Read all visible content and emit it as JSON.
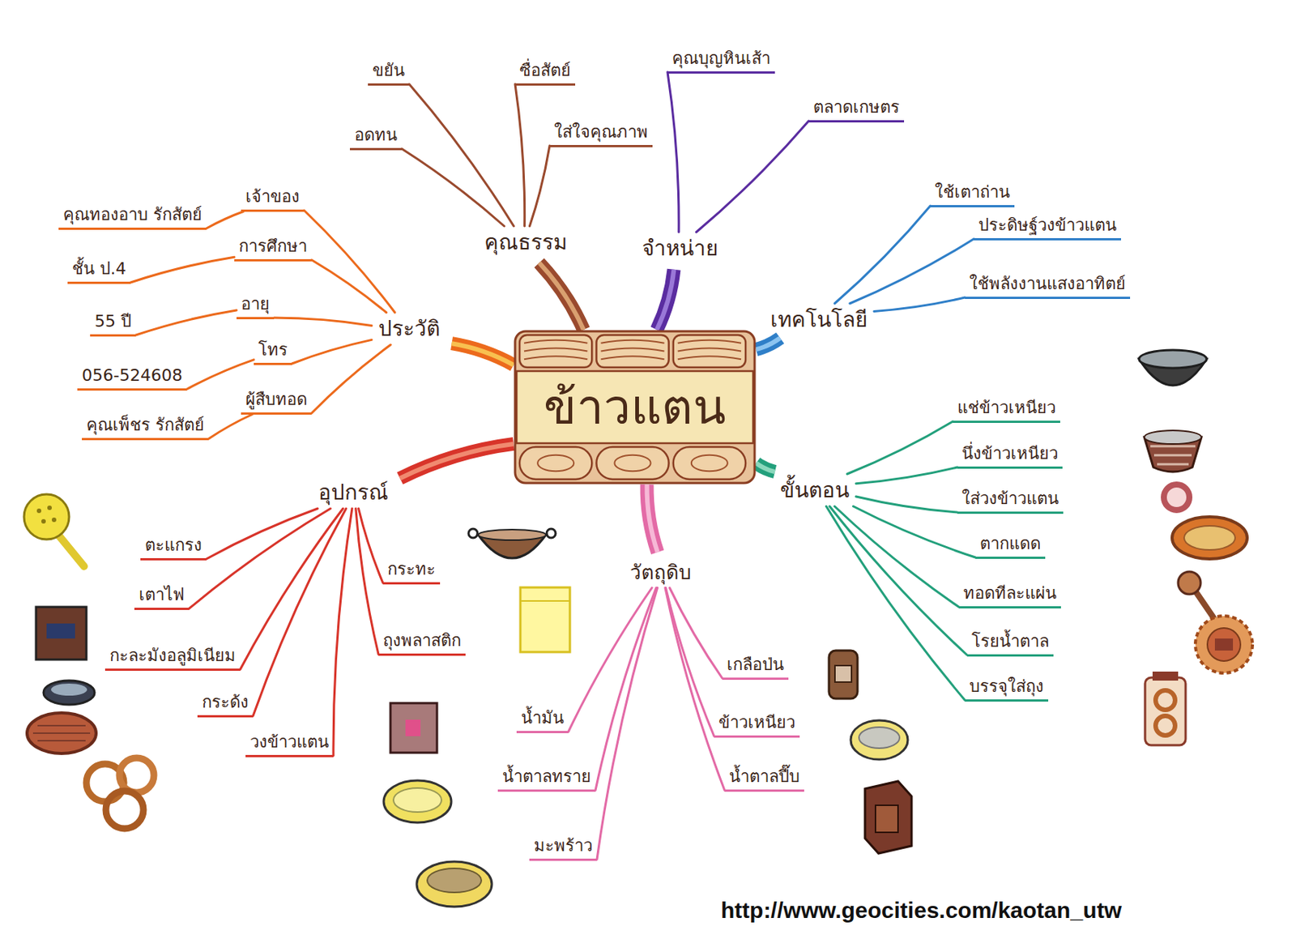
{
  "diagram": {
    "nodes": [
      {
        "text": [
          "ข้าวแตน"
        ]
      },
      {
        "text": [
          "คุณธรรม"
        ]
      },
      {
        "text": [
          "ขยัน"
        ]
      },
      {
        "text": [
          "ซื่อสัตย์"
        ]
      },
      {
        "text": [
          "อดทน"
        ]
      },
      {
        "text": [
          "ใส่ใจคุณภาพ"
        ]
      },
      {
        "text": [
          "จำหน่าย"
        ]
      },
      {
        "text": [
          "คุณบุญหินเส้า"
        ]
      },
      {
        "text": [
          "ตลาดเกษตร"
        ]
      },
      {
        "text": [
          "เทคโนโลยี"
        ]
      },
      {
        "text": [
          "ใช้เตาถ่าน"
        ]
      },
      {
        "text": [
          "ประดิษฐ์วงข้าวแตน"
        ]
      },
      {
        "text": [
          "ใช้พลังงานแสงอาทิตย์"
        ]
      },
      {
        "text": [
          "ขั้นตอน"
        ]
      },
      {
        "text": [
          "แช่ข้าวเหนียว"
        ]
      },
      {
        "text": [
          "นึ่งข้าวเหนียว"
        ]
      },
      {
        "text": [
          "ใส่วงข้าวแตน"
        ]
      },
      {
        "text": [
          "ตากแดด"
        ]
      },
      {
        "text": [
          "ทอดทีละแผ่น"
        ]
      },
      {
        "text": [
          "โรยน้ำตาล"
        ]
      },
      {
        "text": [
          "บรรจุใส่ถุง"
        ]
      },
      {
        "text": [
          "วัตถุดิบ"
        ]
      },
      {
        "text": [
          "เกลือป่น"
        ]
      },
      {
        "text": [
          "ข้าวเหนียว"
        ]
      },
      {
        "text": [
          "น้ำตาลปี๊บ"
        ]
      },
      {
        "text": [
          "น้ำมัน"
        ]
      },
      {
        "text": [
          "น้ำตาลทราย"
        ]
      },
      {
        "text": [
          "มะพร้าว"
        ]
      },
      {
        "text": [
          "อุปกรณ์"
        ]
      },
      {
        "text": [
          "ตะแกรง"
        ]
      },
      {
        "text": [
          "เตาไฟ"
        ]
      },
      {
        "text": [
          "กะละมังอลูมิเนียม"
        ]
      },
      {
        "text": [
          "กระด้ง"
        ]
      },
      {
        "text": [
          "วงข้าวแตน"
        ]
      },
      {
        "text": [
          "กระทะ"
        ]
      },
      {
        "text": [
          "ถุงพลาสติก"
        ]
      },
      {
        "text": [
          "ประวัติ"
        ]
      },
      {
        "text": [
          "เจ้าของ"
        ]
      },
      {
        "text": [
          "คุณทองอาบ รักสัตย์"
        ]
      },
      {
        "text": [
          "การศึกษา"
        ]
      },
      {
        "text": [
          "ชั้น ป.4"
        ]
      },
      {
        "text": [
          "อายุ"
        ]
      },
      {
        "text": [
          "55 ปี"
        ]
      },
      {
        "text": [
          "โทร"
        ]
      },
      {
        "text": [
          "056-524608"
        ]
      },
      {
        "text": [
          "ผู้สืบทอด"
        ]
      },
      {
        "text": [
          "คุณเพ็ชร รักสัตย์"
        ]
      }
    ],
    "edges": [
      {
        "from": 0,
        "to": 1,
        "arrow": "none"
      },
      {
        "from": 1,
        "to": 2,
        "arrow": "none"
      },
      {
        "from": 1,
        "to": 3,
        "arrow": "none"
      },
      {
        "from": 1,
        "to": 4,
        "arrow": "none"
      },
      {
        "from": 1,
        "to": 5,
        "arrow": "none"
      },
      {
        "from": 0,
        "to": 6,
        "arrow": "none"
      },
      {
        "from": 6,
        "to": 7,
        "arrow": "none"
      },
      {
        "from": 6,
        "to": 8,
        "arrow": "none"
      },
      {
        "from": 0,
        "to": 9,
        "arrow": "none"
      },
      {
        "from": 9,
        "to": 10,
        "arrow": "none"
      },
      {
        "from": 9,
        "to": 11,
        "arrow": "none"
      },
      {
        "from": 9,
        "to": 12,
        "arrow": "none"
      },
      {
        "from": 0,
        "to": 13,
        "arrow": "none"
      },
      {
        "from": 13,
        "to": 14,
        "arrow": "none"
      },
      {
        "from": 13,
        "to": 15,
        "arrow": "none"
      },
      {
        "from": 13,
        "to": 16,
        "arrow": "none"
      },
      {
        "from": 13,
        "to": 17,
        "arrow": "none"
      },
      {
        "from": 13,
        "to": 18,
        "arrow": "none"
      },
      {
        "from": 13,
        "to": 19,
        "arrow": "none"
      },
      {
        "from": 13,
        "to": 20,
        "arrow": "none"
      },
      {
        "from": 0,
        "to": 21,
        "arrow": "none"
      },
      {
        "from": 21,
        "to": 22,
        "arrow": "none"
      },
      {
        "from": 21,
        "to": 23,
        "arrow": "none"
      },
      {
        "from": 21,
        "to": 24,
        "arrow": "none"
      },
      {
        "from": 21,
        "to": 25,
        "arrow": "none"
      },
      {
        "from": 21,
        "to": 26,
        "arrow": "none"
      },
      {
        "from": 21,
        "to": 27,
        "arrow": "none"
      },
      {
        "from": 0,
        "to": 28,
        "arrow": "none"
      },
      {
        "from": 28,
        "to": 29,
        "arrow": "none"
      },
      {
        "from": 28,
        "to": 30,
        "arrow": "none"
      },
      {
        "from": 28,
        "to": 31,
        "arrow": "none"
      },
      {
        "from": 28,
        "to": 32,
        "arrow": "none"
      },
      {
        "from": 28,
        "to": 33,
        "arrow": "none"
      },
      {
        "from": 28,
        "to": 34,
        "arrow": "none"
      },
      {
        "from": 28,
        "to": 35,
        "arrow": "none"
      },
      {
        "from": 0,
        "to": 36,
        "arrow": "none"
      },
      {
        "from": 36,
        "to": 37,
        "arrow": "none"
      },
      {
        "from": 37,
        "to": 38,
        "arrow": "none"
      },
      {
        "from": 36,
        "to": 39,
        "arrow": "none"
      },
      {
        "from": 39,
        "to": 40,
        "arrow": "none"
      },
      {
        "from": 36,
        "to": 41,
        "arrow": "none"
      },
      {
        "from": 41,
        "to": 42,
        "arrow": "none"
      },
      {
        "from": 36,
        "to": 43,
        "arrow": "none"
      },
      {
        "from": 43,
        "to": 44,
        "arrow": "none"
      },
      {
        "from": 36,
        "to": 45,
        "arrow": "none"
      },
      {
        "from": 45,
        "to": 46,
        "arrow": "none"
      }
    ],
    "labels": [
      "http://www.geocities.com/kaotan_utw"
    ]
  }
}
